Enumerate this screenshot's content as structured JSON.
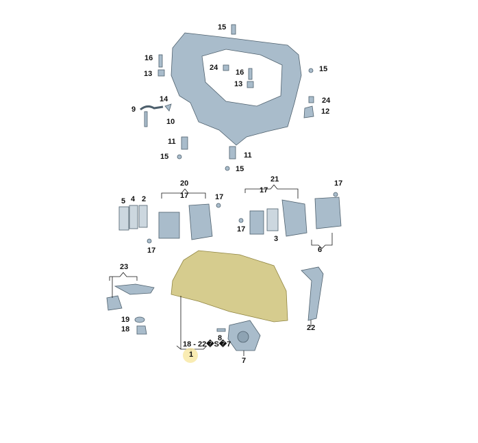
{
  "diagram": {
    "title": "Headlight assembly parts diagram",
    "labels": [
      "15",
      "16",
      "13",
      "24",
      "16",
      "13",
      "15",
      "14",
      "9",
      "10",
      "24",
      "12",
      "11",
      "11",
      "15",
      "15",
      "20",
      "17",
      "17",
      "5",
      "4",
      "2",
      "17",
      "21",
      "17",
      "17",
      "17",
      "3",
      "6",
      "23",
      "19",
      "18",
      "22",
      "8",
      "18 - 22�S�7",
      "1",
      "7"
    ],
    "colors": {
      "part": "#a9bccb",
      "part_dark": "#6f8596",
      "headlight": "#cfc37a",
      "highlight": "#f7e7a0"
    }
  }
}
